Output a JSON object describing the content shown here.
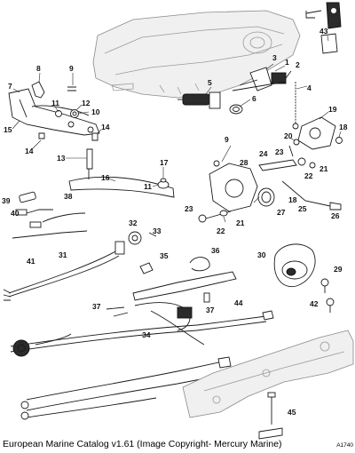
{
  "caption": "European Marine Catalog v1.61 (Image Copyright- Mercury Marine)",
  "reference": "A1740",
  "callouts": {
    "c1": "1",
    "c2": "2",
    "c3": "3",
    "c4": "4",
    "c5": "5",
    "c6": "6",
    "c7": "7",
    "c8": "8",
    "c9a": "9",
    "c9b": "9",
    "c10": "10",
    "c11a": "11",
    "c11b": "11",
    "c12": "12",
    "c13": "13",
    "c14a": "14",
    "c14b": "14",
    "c15": "15",
    "c16": "16",
    "c17": "17",
    "c18a": "18",
    "c18b": "18",
    "c19": "19",
    "c20": "20",
    "c21a": "21",
    "c21b": "21",
    "c22a": "22",
    "c22b": "22",
    "c23a": "23",
    "c23b": "23",
    "c24": "24",
    "c25": "25",
    "c26": "26",
    "c27": "27",
    "c28": "28",
    "c29": "29",
    "c30": "30",
    "c31": "31",
    "c32": "32",
    "c33": "33",
    "c34": "34",
    "c35": "35",
    "c36": "36",
    "c37a": "37",
    "c37b": "37",
    "c38": "38",
    "c39": "39",
    "c40": "40",
    "c41": "41",
    "c42": "42",
    "c43": "43",
    "c44": "44",
    "c45": "45"
  }
}
